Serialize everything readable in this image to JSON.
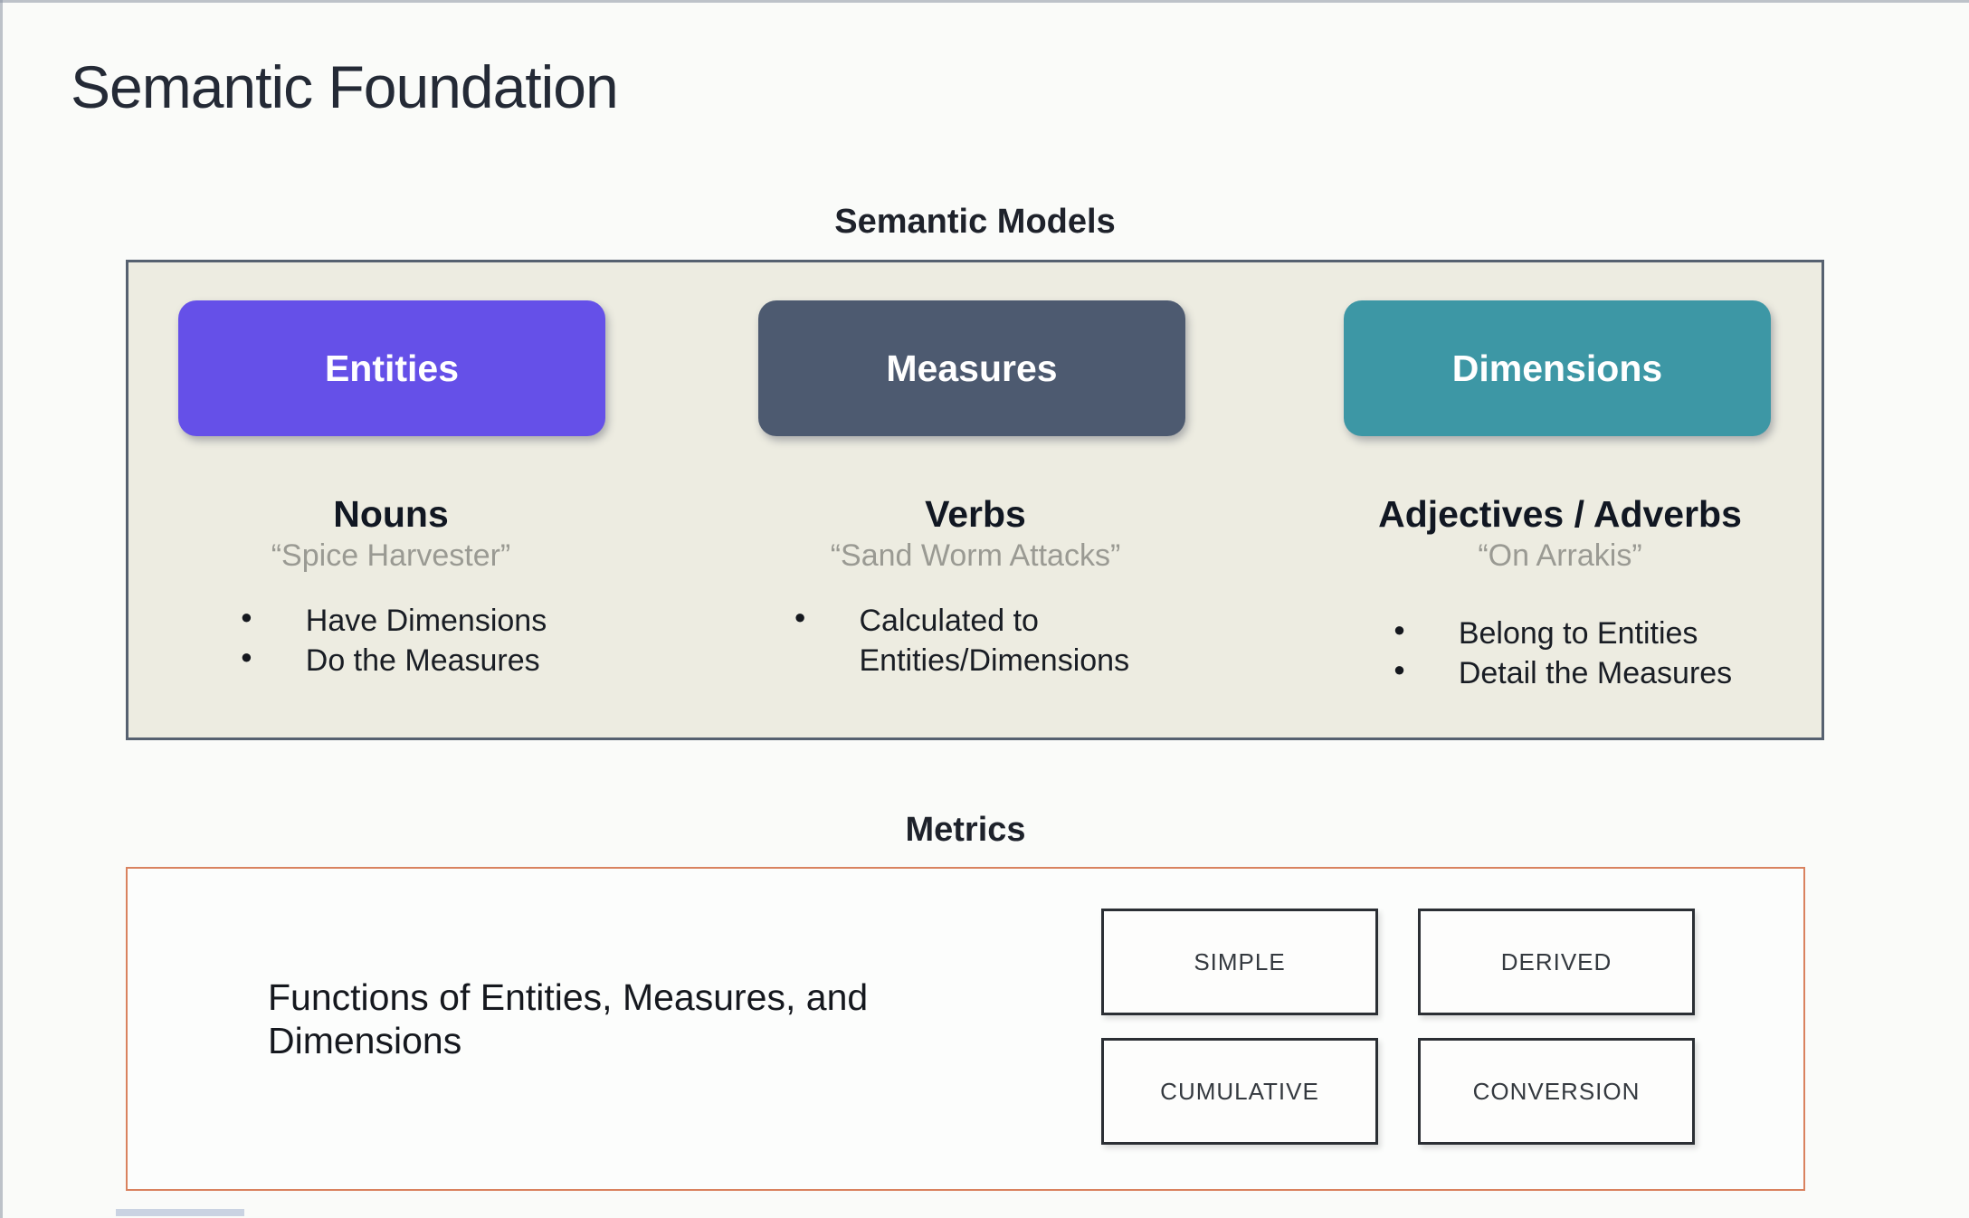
{
  "page": {
    "title": "Semantic Foundation"
  },
  "colors": {
    "entities_pill": "#6550E8",
    "measures_pill": "#4D5A70",
    "dimensions_pill": "#3D97A5",
    "models_panel_bg": "#EDECE1",
    "models_panel_border": "#566170",
    "metrics_panel_border": "#D9825F"
  },
  "semantic_models": {
    "heading": "Semantic Models",
    "columns": [
      {
        "pill": "Entities",
        "pill_color": "#6550E8",
        "word_type": "Nouns",
        "example": "“Spice Harvester”",
        "bullets": [
          "Have Dimensions",
          "Do the Measures"
        ]
      },
      {
        "pill": "Measures",
        "pill_color": "#4D5A70",
        "word_type": "Verbs",
        "example": "“Sand Worm Attacks”",
        "bullets": [
          "Calculated to Entities/Dimensions"
        ]
      },
      {
        "pill": "Dimensions",
        "pill_color": "#3D97A5",
        "word_type": "Adjectives / Adverbs",
        "example": "“On Arrakis”",
        "bullets": [
          "Belong to Entities",
          "Detail the Measures"
        ]
      }
    ]
  },
  "metrics": {
    "heading": "Metrics",
    "description": "Functions of Entities, Measures, and Dimensions",
    "types": [
      "SIMPLE",
      "DERIVED",
      "CUMULATIVE",
      "CONVERSION"
    ]
  }
}
